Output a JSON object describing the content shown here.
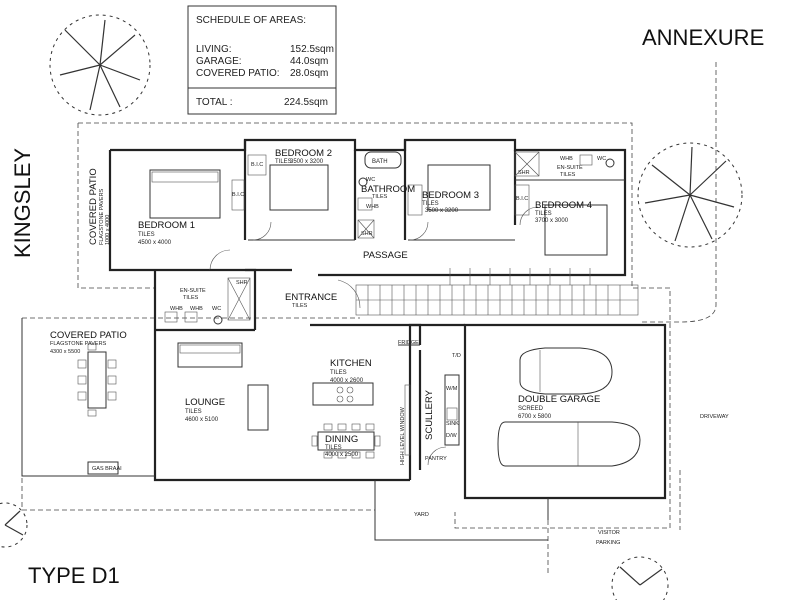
{
  "street_name": "KINGSLEY",
  "annexure_label": "ANNEXURE",
  "type_label": "TYPE D1",
  "schedule": {
    "title": "SCHEDULE OF AREAS:",
    "rows": [
      {
        "label": "LIVING:",
        "value": "152.5sqm"
      },
      {
        "label": "GARAGE:",
        "value": "44.0sqm"
      },
      {
        "label": "COVERED PATIO:",
        "value": "28.0sqm"
      }
    ],
    "total_label": "TOTAL :",
    "total_value": "224.5sqm"
  },
  "rooms": {
    "bedroom1": {
      "name": "BEDROOM 1",
      "finish": "TILES",
      "size": "4500 x 4000"
    },
    "bedroom2": {
      "name": "BEDROOM 2",
      "finish": "TILES",
      "size": "3500 x 3200"
    },
    "bedroom3": {
      "name": "BEDROOM 3",
      "finish": "TILES",
      "size": "3500 x 3200"
    },
    "bedroom4": {
      "name": "BEDROOM 4",
      "finish": "TILES",
      "size": "3700 x 3000"
    },
    "bathroom": {
      "name": "BATHROOM",
      "finish": "TILES"
    },
    "covered_patio_front": {
      "name": "COVERED PATIO",
      "finish": "FLAGSTONE PAVERS",
      "size": "1000 x 4000"
    },
    "covered_patio_rear": {
      "name": "COVERED PATIO",
      "finish": "FLAGSTONE PAVERS",
      "size": "4300 x 5500"
    },
    "lounge": {
      "name": "LOUNGE",
      "finish": "TILES",
      "size": "4600 x 5100"
    },
    "kitchen": {
      "name": "KITCHEN",
      "finish": "TILES",
      "size": "4000 x 2600"
    },
    "dining": {
      "name": "DINING",
      "finish": "TILES",
      "size": "4000 x 2500"
    },
    "double_garage": {
      "name": "DOUBLE GARAGE",
      "finish": "SCREED",
      "size": "6700 x 5800"
    },
    "ensuite_main": {
      "name": "EN-SUITE",
      "finish": "TILES"
    },
    "ensuite_bed4": {
      "name": "EN-SUITE",
      "finish": "TILES"
    }
  },
  "labels": {
    "bath": "BATH",
    "wc": "WC",
    "whb": "WHB",
    "shr": "SHR",
    "bic": "B.I.C",
    "passage": "PASSAGE",
    "entrance": "ENTRANCE",
    "entrance_finish": "TILES",
    "fridge": "FRIDGE",
    "scullery": "SCULLERY",
    "high_level_window": "HIGH LEVEL WINDOW",
    "pantry": "PANTRY",
    "sink": "SINK",
    "dw": "D/W",
    "wm": "W/M",
    "td": "T/D",
    "gas_braai": "GAS BRAAI",
    "yard": "YARD",
    "driveway": "DRIVEWAY",
    "visitor": "VISITOR",
    "parking": "PARKING"
  }
}
